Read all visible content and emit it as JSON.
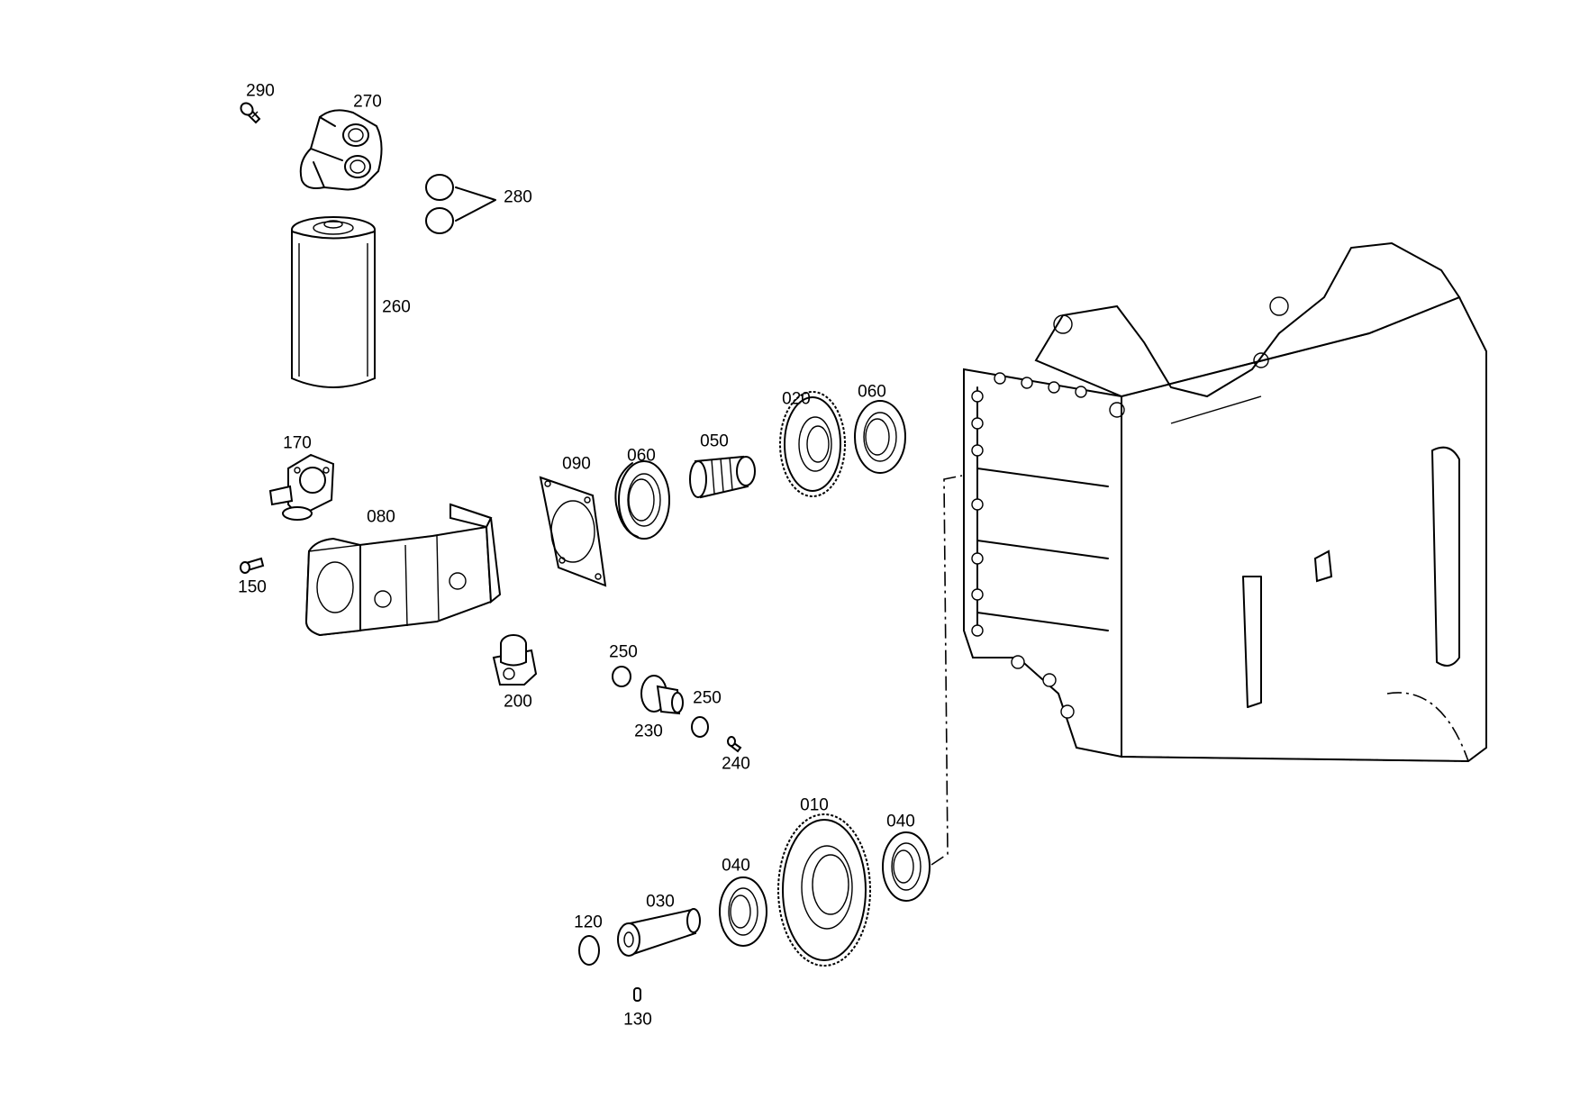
{
  "diagram": {
    "parts": [
      {
        "id": "p290",
        "number": "290"
      },
      {
        "id": "p270",
        "number": "270"
      },
      {
        "id": "p280",
        "number": "280"
      },
      {
        "id": "p260",
        "number": "260"
      },
      {
        "id": "p170",
        "number": "170"
      },
      {
        "id": "p080",
        "number": "080"
      },
      {
        "id": "p150",
        "number": "150"
      },
      {
        "id": "p200",
        "number": "200"
      },
      {
        "id": "p090",
        "number": "090"
      },
      {
        "id": "p060a",
        "number": "060"
      },
      {
        "id": "p050",
        "number": "050"
      },
      {
        "id": "p020",
        "number": "020"
      },
      {
        "id": "p060b",
        "number": "060"
      },
      {
        "id": "p250a",
        "number": "250"
      },
      {
        "id": "p250b",
        "number": "250"
      },
      {
        "id": "p230",
        "number": "230"
      },
      {
        "id": "p240",
        "number": "240"
      },
      {
        "id": "p010",
        "number": "010"
      },
      {
        "id": "p040a",
        "number": "040"
      },
      {
        "id": "p040b",
        "number": "040"
      },
      {
        "id": "p030",
        "number": "030"
      },
      {
        "id": "p120",
        "number": "120"
      },
      {
        "id": "p130",
        "number": "130"
      }
    ]
  }
}
